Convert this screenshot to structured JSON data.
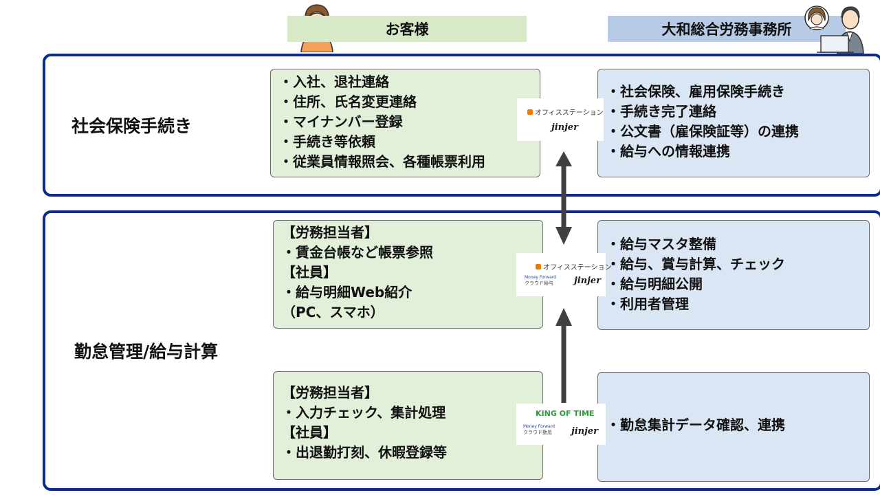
{
  "headers": {
    "client": "お客様",
    "office": "大和総合労務事務所"
  },
  "sections": {
    "social_insurance": {
      "title": "社会保険手続き",
      "client_items": [
        "・入社、退社連絡",
        "・住所、氏名変更連絡",
        "・マイナンバー登録",
        "・手続き等依頼",
        "・従業員情報照会、各種帳票利用"
      ],
      "office_items": [
        "・社会保険、雇用保険手続き",
        "・手続き完了連絡",
        "・公文書（雇保険証等）の連携",
        "・給与への情報連携"
      ]
    },
    "attendance_payroll": {
      "title": "勤怠管理/給与計算",
      "payroll_client_items": [
        "【労務担当者】",
        "・賃金台帳など帳票参照",
        "【社員】",
        "・給与明細Web紹介",
        "（PC、スマホ）"
      ],
      "payroll_office_items": [
        "・給与マスタ整備",
        "・給与、賞与計算、チェック",
        "・給与明細公開",
        "・利用者管理"
      ],
      "attendance_client_items": [
        "【労務担当者】",
        "・入力チェック、集計処理",
        "【社員】",
        "・出退勤打刻、休暇登録等"
      ],
      "attendance_office_items": [
        "・勤怠集計データ確認、連携"
      ]
    }
  },
  "logos": {
    "office_station": "オフィスステーション",
    "jinjer": "jinjer",
    "money_forward": "Money Forward",
    "mf_payroll": "クラウド給与",
    "mf_attendance": "クラウド勤怠",
    "king_of_time": "KING OF TIME"
  },
  "colors": {
    "section_border": "#0b2a8c",
    "client_fill": "#e2efd9",
    "office_fill": "#dbe6f4",
    "arrow": "#404040"
  }
}
